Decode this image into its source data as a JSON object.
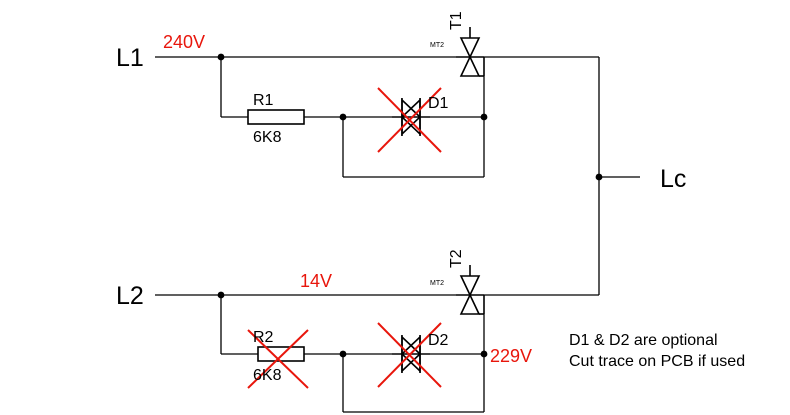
{
  "labels": {
    "l1": "L1",
    "l2": "L2",
    "lc": "Lc",
    "t1": "T1",
    "t2": "T2",
    "mt1": "MT2",
    "mt2": "MT2",
    "r1": "R1",
    "r1_value": "6K8",
    "r2": "R2",
    "r2_value": "6K8",
    "d1": "D1",
    "d2": "D2"
  },
  "voltages": {
    "v240": "240V",
    "v14": "14V",
    "v229": "229V"
  },
  "note": {
    "line1": "D1 & D2 are optional",
    "line2": "Cut trace on PCB if used"
  },
  "colors": {
    "voltage_text": "#e8160c",
    "cross_mark": "#e8160c",
    "wire": "#000000"
  }
}
